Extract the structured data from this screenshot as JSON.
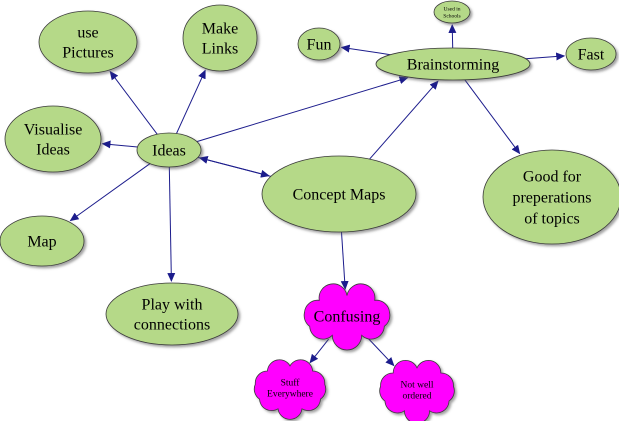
{
  "colors": {
    "node_fill": "#b5d988",
    "cloud_fill": "#ff00ff",
    "edge": "#1c1c8c",
    "text": "#000000"
  },
  "nodes": {
    "use_pictures": [
      "use",
      "Pictures"
    ],
    "make_links": [
      "Make",
      "Links"
    ],
    "fun": [
      "Fun"
    ],
    "used_in_schools": [
      "Used in",
      "Schools"
    ],
    "brainstorming": [
      "Brainstorming"
    ],
    "fast": [
      "Fast"
    ],
    "visualise_ideas": [
      "Visualise",
      "Ideas"
    ],
    "ideas": [
      "Ideas"
    ],
    "concept_maps": [
      "Concept Maps"
    ],
    "good_for": [
      "Good for",
      "preperations",
      "of topics"
    ],
    "map": [
      "Map"
    ],
    "play_with": [
      "Play with",
      "connections"
    ],
    "confusing": [
      "Confusing"
    ],
    "stuff_everywhere": [
      "Stuff",
      "Everywhere"
    ],
    "not_well_ordered": [
      "Not well",
      "ordered"
    ]
  },
  "edges": [
    [
      "ideas",
      "use_pictures"
    ],
    [
      "ideas",
      "make_links"
    ],
    [
      "ideas",
      "visualise_ideas"
    ],
    [
      "ideas",
      "map"
    ],
    [
      "ideas",
      "play_with"
    ],
    [
      "ideas",
      "brainstorming"
    ],
    [
      "ideas",
      "concept_maps"
    ],
    [
      "concept_maps",
      "ideas"
    ],
    [
      "concept_maps",
      "brainstorming"
    ],
    [
      "concept_maps",
      "confusing"
    ],
    [
      "brainstorming",
      "fun"
    ],
    [
      "brainstorming",
      "used_in_schools"
    ],
    [
      "brainstorming",
      "fast"
    ],
    [
      "brainstorming",
      "good_for"
    ],
    [
      "confusing",
      "stuff_everywhere"
    ],
    [
      "confusing",
      "not_well_ordered"
    ]
  ]
}
